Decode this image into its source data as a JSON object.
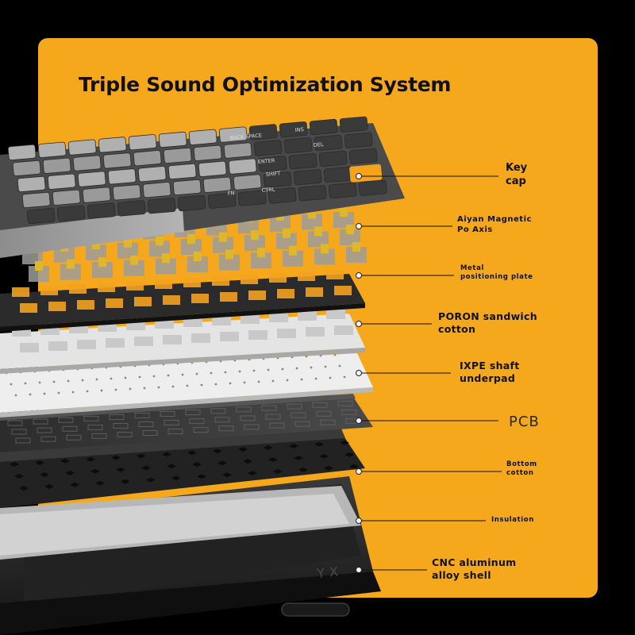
{
  "title": "Triple Sound Optimization System",
  "colors": {
    "background": "#000000",
    "panel": "#F6A81C",
    "text": "#111111"
  },
  "labels": [
    {
      "id": "keycap",
      "lines": [
        "Key",
        "cap"
      ]
    },
    {
      "id": "axis",
      "lines": [
        "Aiyan Magnetic",
        "Po Axis"
      ]
    },
    {
      "id": "plate",
      "lines": [
        "Metal",
        "positioning plate"
      ]
    },
    {
      "id": "poron",
      "lines": [
        "PORON sandwich",
        "cotton"
      ]
    },
    {
      "id": "ixpe",
      "lines": [
        "IXPE shaft",
        "underpad"
      ]
    },
    {
      "id": "pcb",
      "lines": [
        "PCB"
      ]
    },
    {
      "id": "bottom",
      "lines": [
        "Bottom",
        "cotton"
      ]
    },
    {
      "id": "insulation",
      "lines": [
        "Insulation"
      ]
    },
    {
      "id": "shell",
      "lines": [
        "CNC aluminum",
        "alloy shell"
      ]
    }
  ],
  "keycap_legends": [
    "BACK SPACE",
    "INS",
    "DEL",
    "ENTER",
    "SHIFT",
    "FN",
    "CTRL"
  ],
  "case_logo": "YX"
}
